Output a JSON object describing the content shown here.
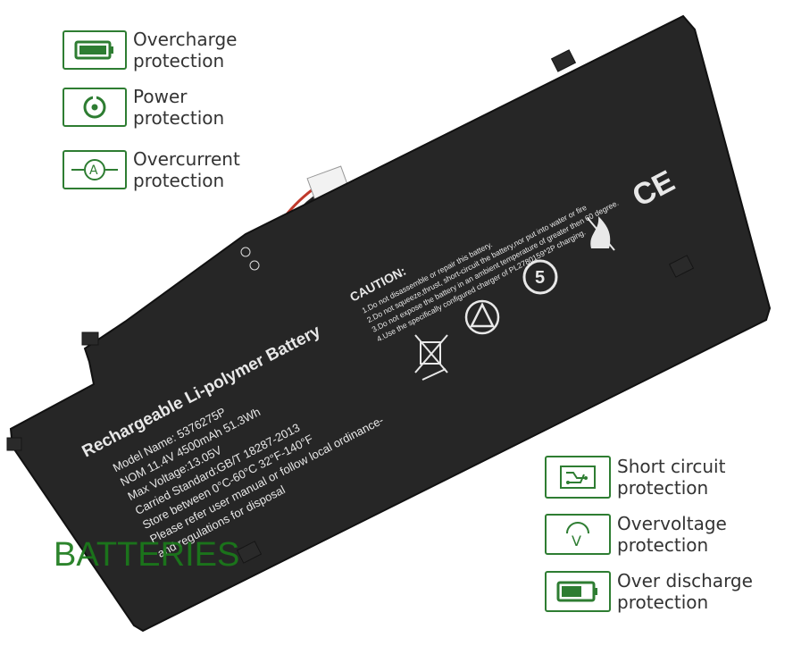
{
  "features": {
    "overcharge": "Overcharge\nprotection",
    "power": "Power\nprotection",
    "overcurrent": "Overcurrent\nprotection",
    "short_circuit": "Short circuit\nprotection",
    "overvoltage": "Overvoltage\nprotection",
    "over_discharge": "Over discharge\nprotection"
  },
  "battery": {
    "title": "Rechargeable Li-polymer Battery",
    "specs": [
      "Model Name: 5376275P",
      "NOM 11.4V 4500mAh 51.3Wh",
      "Max Voltage:13.05V",
      "Carried Standard:GB/T 18287-2013",
      "Store between 0°C-60°C 32°F-140°F",
      "Please refer user manual or follow local ordinance-",
      "and regulations for disposal"
    ],
    "caution_title": "CAUTION:",
    "caution_lines": [
      "1.Do not disassemble or repair this battery.",
      "2.Do not squeeze,thrust, short-circuit the battery,nor put into water or fire",
      "3.Do not expose the battery in an ambient temperature of greater then 60 degree.",
      "4.Use the specifically configured charger of PL2780159*2P charging."
    ],
    "ce_mark": "CE",
    "cycle_number": "5"
  },
  "watermark": "BATTERIES",
  "colors": {
    "accent": "#2e7d32",
    "battery_body": "#262626"
  }
}
